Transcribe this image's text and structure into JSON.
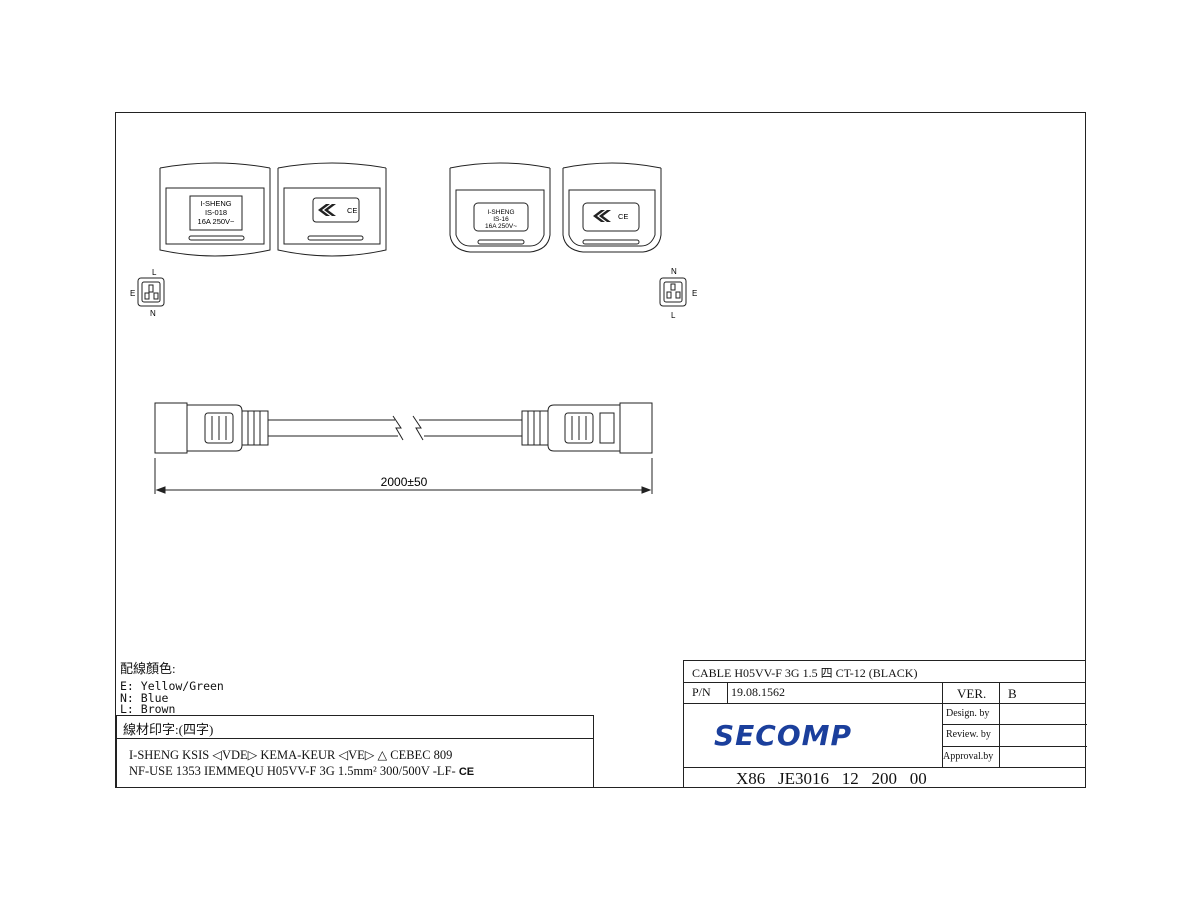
{
  "plug_views": {
    "left_brand": "I-SHENG",
    "left_model": "IS-018",
    "left_rating": "16A 250V~",
    "right_brand": "I-SHENG",
    "right_model": "IS-16",
    "right_rating": "16A 250V~",
    "ce": "CE"
  },
  "pin_labels": {
    "left": {
      "l": "L",
      "e": "E",
      "n": "N"
    },
    "right": {
      "n": "N",
      "e": "E",
      "l": "L"
    }
  },
  "cable_drawing": {
    "dimension": "2000±50"
  },
  "wiring": {
    "title": "配線顏色:",
    "lines": [
      "E: Yellow/Green",
      "N: Blue",
      "L: Brown"
    ]
  },
  "print_box": {
    "title": "線材印字:(四字)",
    "line1": "I-SHENG  KSIS  ◁VDE▷ KEMA-KEUR ◁VE▷ △ CEBEC 809",
    "line2": "NF-USE 1353 IEMMEQU H05VV-F 3G 1.5mm²   300/500V  -LF-",
    "ce": "CE"
  },
  "title_block": {
    "cable_label": "CABLE  H05VV-F 3G 1.5 四 CT-12 (BLACK)",
    "pn_label": "P/N",
    "pn_value": "19.08.1562",
    "ver_label": "VER.",
    "ver_value": "B",
    "logo": "SECOMP",
    "design_by": "Design. by",
    "review_by": "Review. by",
    "approval_by": "Approval.by",
    "part_code": "X86   JE3016   12   200   00"
  },
  "colors": {
    "logo_blue": "#1b3f9c",
    "line": "#222222"
  }
}
